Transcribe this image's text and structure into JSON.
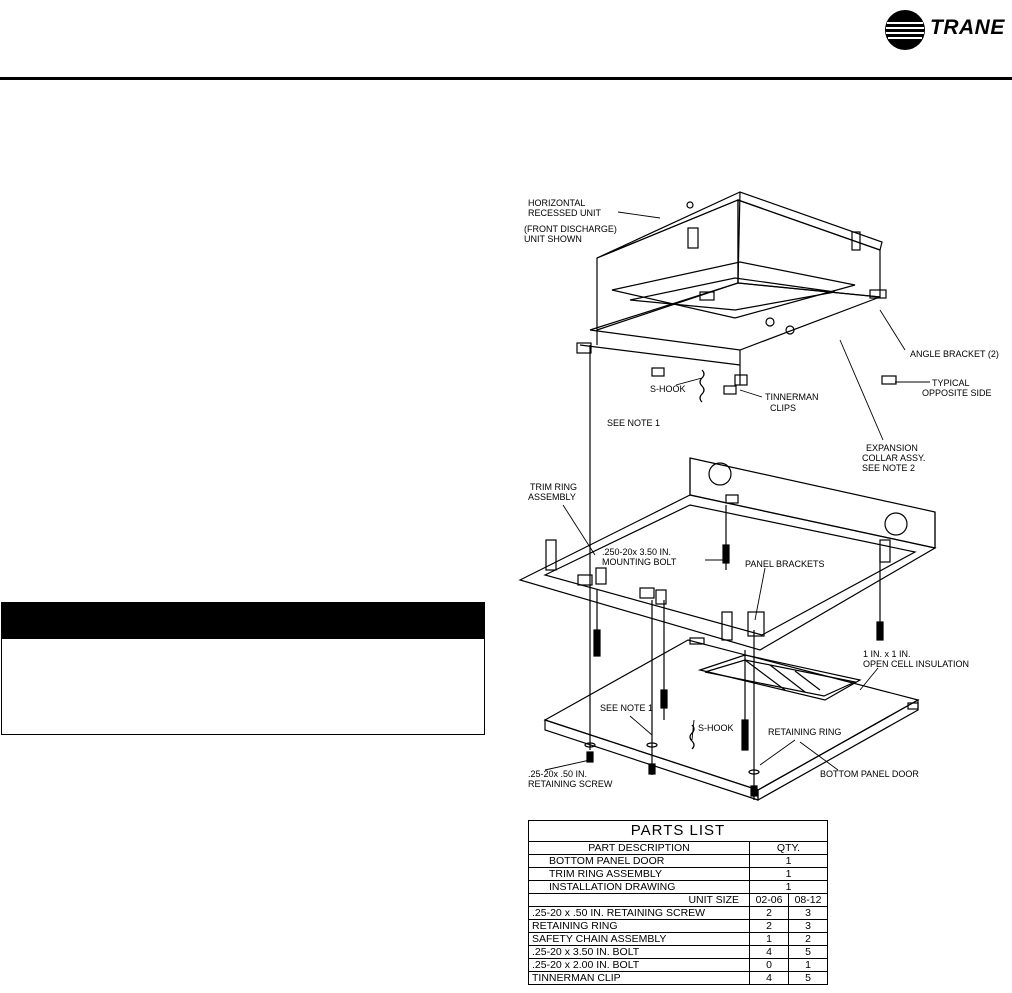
{
  "header": {
    "brand": "TRANE"
  },
  "drawing": {
    "labels": {
      "horizontal_unit_1": "HORIZONTAL",
      "horizontal_unit_2": "RECESSED UNIT",
      "front_discharge_1": "(FRONT DISCHARGE)",
      "front_discharge_2": "UNIT SHOWN",
      "angle_bracket": "ANGLE BRACKET (2)",
      "typical_1": "TYPICAL",
      "typical_2": "OPPOSITE SIDE",
      "s_hook_top": "S-HOOK",
      "tinnerman_1": "TINNERMAN",
      "tinnerman_2": "CLIPS",
      "see_note_1_top": "SEE NOTE 1",
      "expansion_1": "EXPANSION",
      "expansion_2": "COLLAR ASSY.",
      "expansion_3": "SEE NOTE 2",
      "trim_ring_1": "TRIM RING",
      "trim_ring_2": "ASSEMBLY",
      "mounting_bolt_1": ".250-20x 3.50 IN.",
      "mounting_bolt_2": "MOUNTING BOLT",
      "panel_brackets": "PANEL BRACKETS",
      "insulation_1": "1 IN. x 1 IN.",
      "insulation_2": "OPEN CELL INSULATION",
      "see_note_1_bottom": "SEE NOTE 1",
      "s_hook_bottom": "S-HOOK",
      "retaining_ring": "RETAINING RING",
      "retaining_screw_1": ".25-20x .50 IN.",
      "retaining_screw_2": "RETAINING SCREW",
      "bottom_panel_door": "BOTTOM PANEL DOOR"
    }
  },
  "parts_list": {
    "title": "PARTS LIST",
    "part_description_header": "PART DESCRIPTION",
    "qty_header": "QTY.",
    "general_items": [
      {
        "description": "BOTTOM PANEL DOOR",
        "qty": "1"
      },
      {
        "description": "TRIM RING ASSEMBLY",
        "qty": "1"
      },
      {
        "description": "INSTALLATION DRAWING",
        "qty": "1"
      }
    ],
    "unit_size_label": "UNIT SIZE",
    "unit_sizes": [
      "02-06",
      "08-12"
    ],
    "sized_items": [
      {
        "description": ".25-20 x .50 IN. RETAINING SCREW",
        "qty": [
          "2",
          "3"
        ]
      },
      {
        "description": "RETAINING RING",
        "qty": [
          "2",
          "3"
        ]
      },
      {
        "description": "SAFETY CHAIN ASSEMBLY",
        "qty": [
          "1",
          "2"
        ]
      },
      {
        "description": ".25-20 x 3.50 IN. BOLT",
        "qty": [
          "4",
          "5"
        ]
      },
      {
        "description": ".25-20 x 2.00 IN. BOLT",
        "qty": [
          "0",
          "1"
        ]
      },
      {
        "description": "TINNERMAN CLIP",
        "qty": [
          "4",
          "5"
        ]
      }
    ]
  }
}
